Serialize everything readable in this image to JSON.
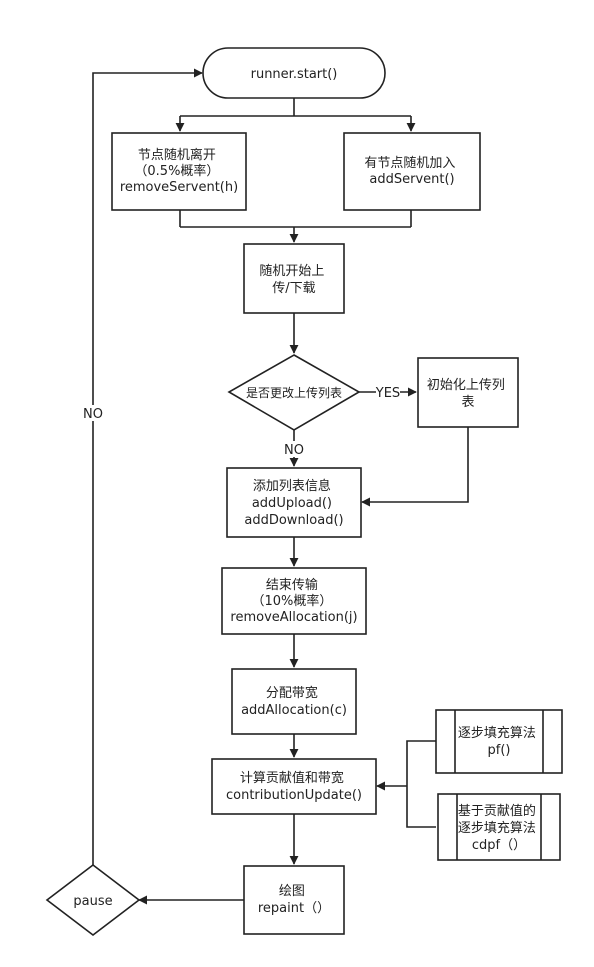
{
  "nodes": {
    "start": {
      "lines": [
        "runner.start()"
      ]
    },
    "remove_servent": {
      "lines": [
        "节点随机离开",
        "（0.5%概率）",
        "removeServent(h)"
      ]
    },
    "add_servent": {
      "lines": [
        "有节点随机加入",
        "addServent()"
      ]
    },
    "start_transfer": {
      "lines": [
        "随机开始上",
        "传/下载"
      ]
    },
    "decision_change_list": {
      "lines": [
        "是否更改上传列表"
      ]
    },
    "init_upload_list": {
      "lines": [
        "初始化上传列",
        "表"
      ]
    },
    "add_list_info": {
      "lines": [
        "添加列表信息",
        "addUpload()",
        "addDownload()"
      ]
    },
    "end_transfer": {
      "lines": [
        "结束传输",
        "（10%概率）",
        "removeAllocation(j)"
      ]
    },
    "allocate_bandwidth": {
      "lines": [
        "分配带宽",
        "addAllocation(c)"
      ]
    },
    "contribution_update": {
      "lines": [
        "计算贡献值和带宽",
        "contributionUpdate()"
      ]
    },
    "pf": {
      "lines": [
        "逐步填充算法",
        "pf()"
      ]
    },
    "cdpf": {
      "lines": [
        "基于贡献值的",
        "逐步填充算法",
        "cdpf（）"
      ]
    },
    "repaint": {
      "lines": [
        "绘图",
        "repaint（）"
      ]
    },
    "pause": {
      "lines": [
        "pause"
      ]
    }
  },
  "edge_labels": {
    "yes": "YES",
    "no_down": "NO",
    "no_loop": "NO"
  }
}
